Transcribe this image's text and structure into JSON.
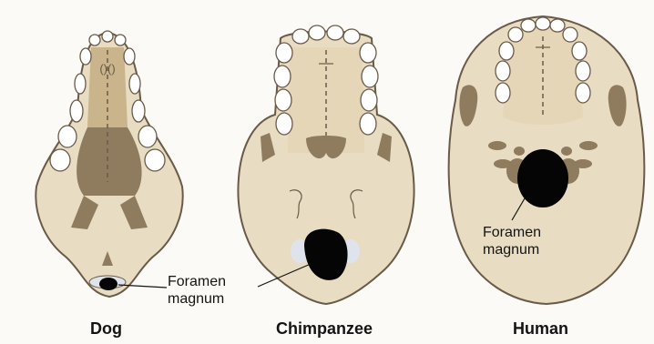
{
  "skulls": [
    {
      "name": "Dog"
    },
    {
      "name": "Chimpanzee"
    },
    {
      "name": "Human"
    }
  ],
  "labels": {
    "foramen_line1": "Foramen",
    "foramen_line2": "magnum"
  },
  "colors": {
    "background": "#fbfaf6",
    "bone": "#e8dcc2",
    "bone_outline": "#6a5a48",
    "palate": "#c9b48c",
    "dark_region": "#8f7b5e",
    "teeth": "#ffffff",
    "foramen": "#050505",
    "text": "#141414"
  }
}
